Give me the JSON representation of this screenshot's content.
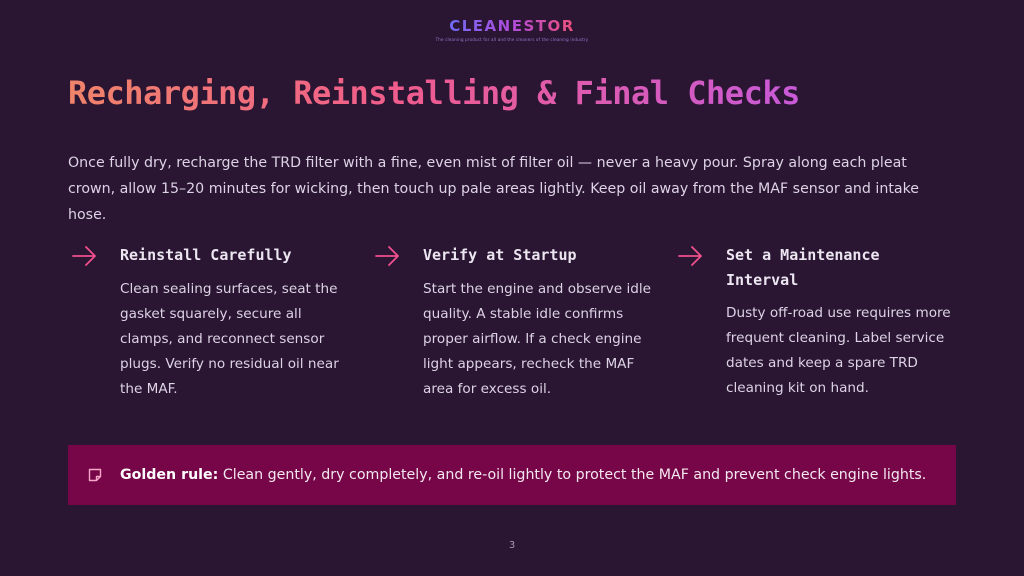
{
  "brand": {
    "name": "CLEANESTOR",
    "tagline": "The cleaning product for all and the cleaners of the cleaning industry"
  },
  "title": "Recharging, Reinstalling & Final Checks",
  "intro": "Once fully dry, recharge the TRD filter with a fine, even mist of filter oil — never a heavy pour. Spray along each pleat crown, allow 15–20 minutes for wicking, then touch up pale areas lightly. Keep oil away from the MAF sensor and intake hose.",
  "columns": [
    {
      "icon": "arrow-right-icon",
      "heading": "Reinstall Carefully",
      "text": "Clean sealing surfaces, seat the gasket squarely, secure all clamps, and reconnect sensor plugs. Verify no residual oil near the MAF."
    },
    {
      "icon": "arrow-right-icon",
      "heading": "Verify at Startup",
      "text": "Start the engine and observe idle quality. A stable idle confirms proper airflow. If a check engine light appears, recheck the MAF area for excess oil."
    },
    {
      "icon": "arrow-right-icon",
      "heading": "Set a Maintenance Interval",
      "text": "Dusty off-road use requires more frequent cleaning. Label service dates and keep a spare TRD cleaning kit on hand."
    }
  ],
  "callout": {
    "icon": "note-icon",
    "label": "Golden rule:",
    "text": " Clean gently, dry completely, and re-oil lightly to protect the MAF and prevent check engine lights."
  },
  "page_number": "3",
  "colors": {
    "background": "#2a1533",
    "accent_pink": "#f0508c",
    "callout_bg": "#760648",
    "title_gradient_start": "#f0846a",
    "title_gradient_end": "#c85ad8"
  }
}
